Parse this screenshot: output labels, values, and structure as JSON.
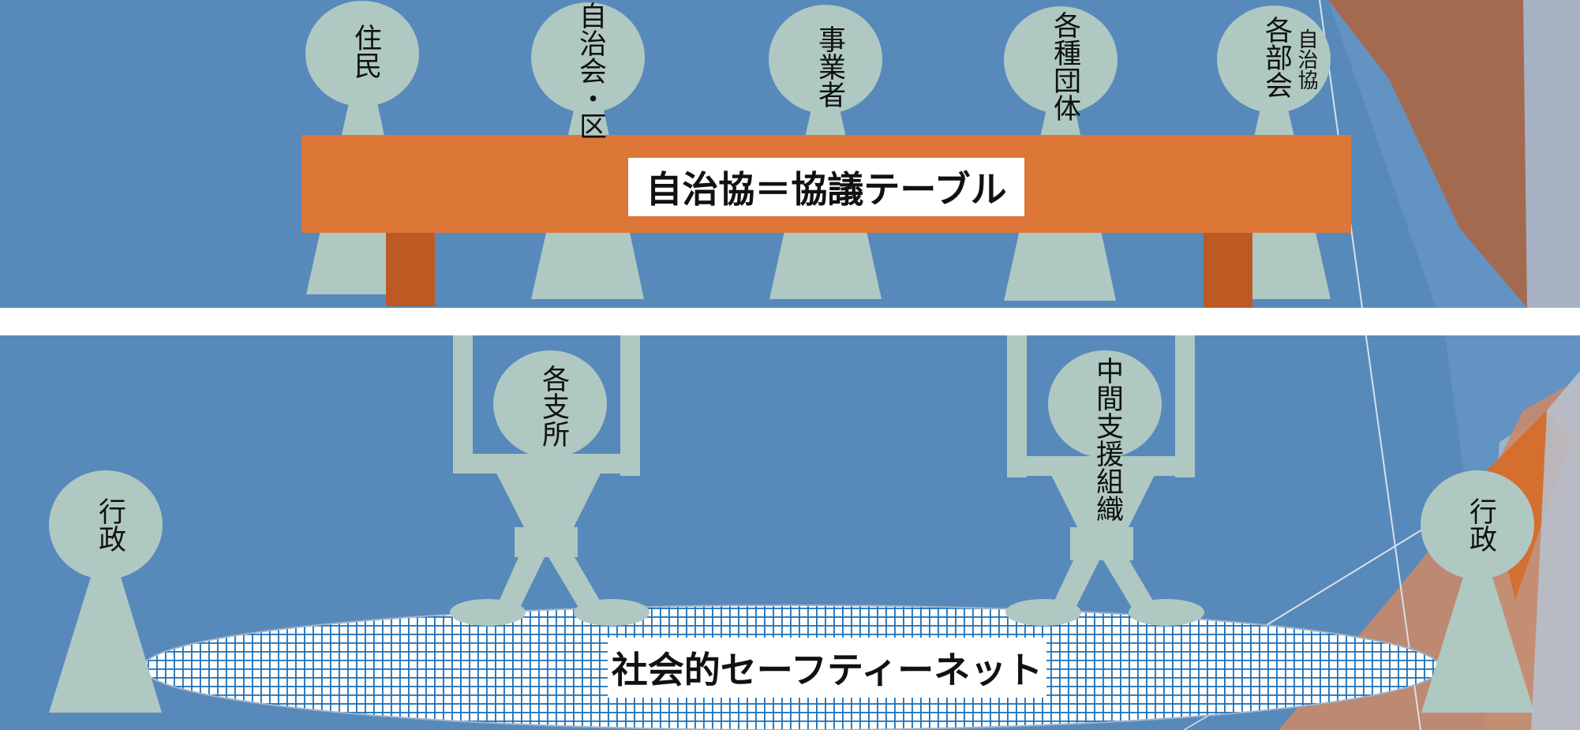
{
  "colors": {
    "background": "#5889bb",
    "figure": "#afc8c2",
    "table_top": "#dd7737",
    "table_leg": "#bd5a24",
    "floor": "#ffffff",
    "net_line": "#1b6fb7",
    "label_box": "#ffffff"
  },
  "table": {
    "title": "自治協＝協議テーブル"
  },
  "net": {
    "title": "社会的セーフティーネット"
  },
  "members_above": [
    {
      "label": "住民"
    },
    {
      "label": "自治会・区"
    },
    {
      "label": "事業者"
    },
    {
      "label": "各種団体"
    },
    {
      "label": "各部会",
      "sub_label": "自治協"
    }
  ],
  "supporters_below": [
    {
      "label": "各支所"
    },
    {
      "label": "中間支援組織"
    }
  ],
  "side_figures": [
    {
      "label": "行政"
    },
    {
      "label": "行政"
    }
  ]
}
